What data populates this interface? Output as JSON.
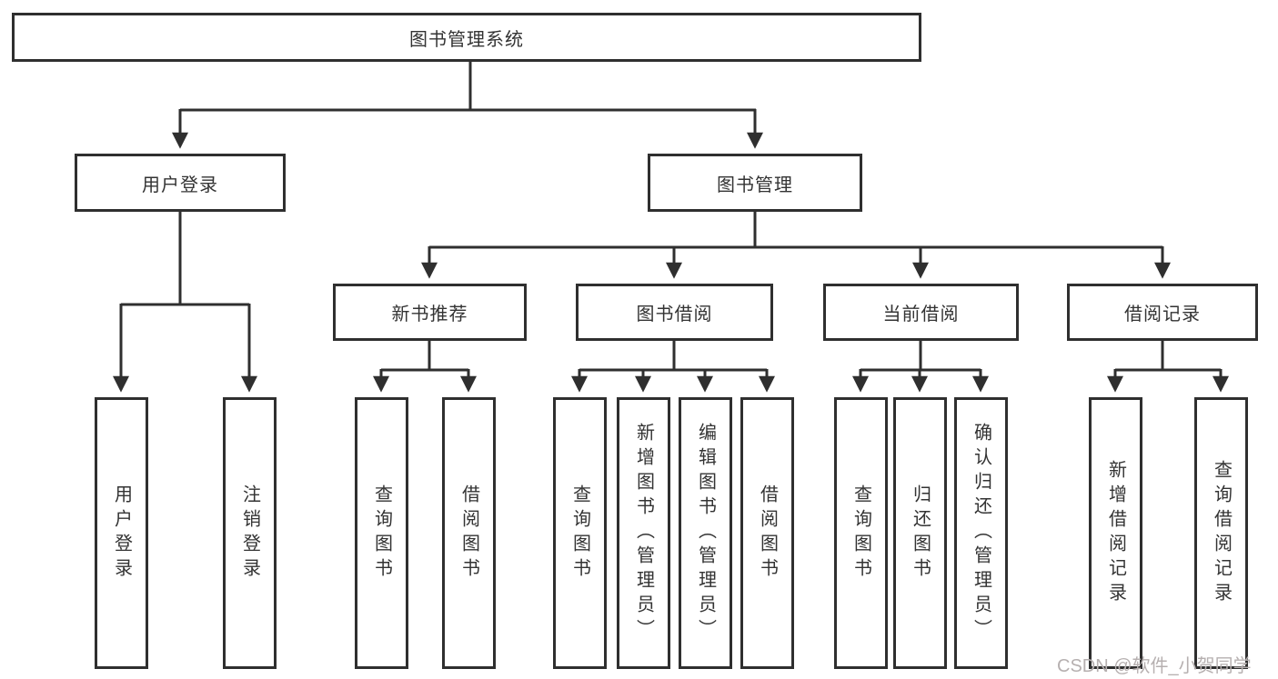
{
  "diagram": {
    "line_color": "#2f2f2f",
    "text_color": "#333333",
    "root": {
      "label": "图书管理系统"
    },
    "branches": [
      {
        "label": "用户登录",
        "children": [
          {
            "label": "用户登录"
          },
          {
            "label": "注销登录"
          }
        ]
      },
      {
        "label": "图书管理",
        "groups": [
          {
            "label": "新书推荐",
            "children": [
              {
                "label": "查询图书"
              },
              {
                "label": "借阅图书"
              }
            ]
          },
          {
            "label": "图书借阅",
            "children": [
              {
                "label": "查询图书"
              },
              {
                "label": "新增图书（管理员）"
              },
              {
                "label": "编辑图书（管理员）"
              },
              {
                "label": "借阅图书"
              }
            ]
          },
          {
            "label": "当前借阅",
            "children": [
              {
                "label": "查询图书"
              },
              {
                "label": "归还图书"
              },
              {
                "label": "确认归还（管理员）"
              }
            ]
          },
          {
            "label": "借阅记录",
            "children": [
              {
                "label": "新增借阅记录"
              },
              {
                "label": "查询借阅记录"
              }
            ]
          }
        ]
      }
    ]
  },
  "watermark": {
    "text": "CSDN @软件_小贺同学",
    "color": "#b6b0b0"
  }
}
